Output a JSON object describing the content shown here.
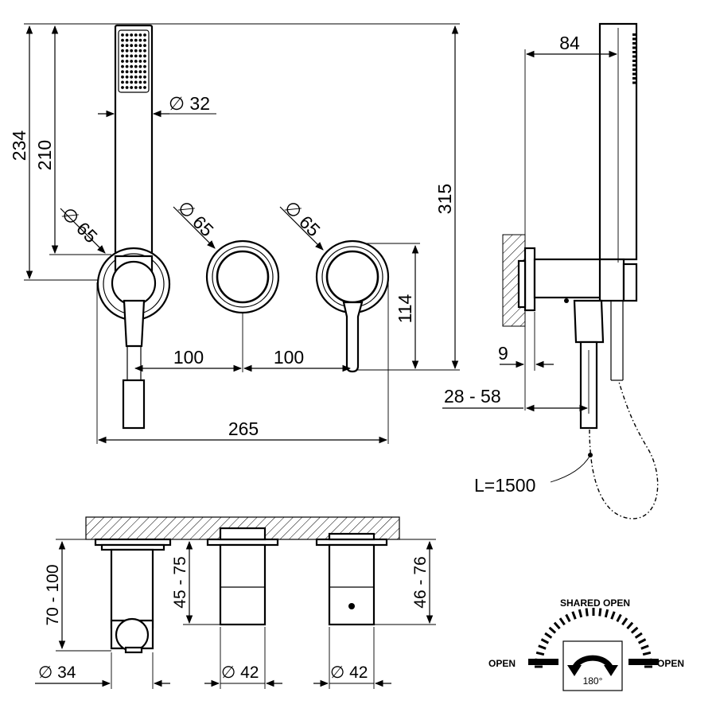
{
  "front_view": {
    "dims": {
      "h_234": "234",
      "h_210": "210",
      "dia_32": "∅ 32",
      "dia_65_a": "∅ 65",
      "dia_65_b": "∅ 65",
      "dia_65_c": "∅ 65",
      "h_315": "315",
      "h_114": "114",
      "spacing_1": "100",
      "spacing_2": "100",
      "width_265": "265"
    }
  },
  "side_view": {
    "dims": {
      "depth_84": "84",
      "flange_9": "9",
      "wall_28_58": "28 - 58",
      "hose_length": "L=1500"
    }
  },
  "bottom_view": {
    "dims": {
      "depth_70_100": "70 - 100",
      "depth_45_75": "45 - 75",
      "depth_46_76": "46 - 76",
      "dia_34": "∅ 34",
      "dia_42_a": "∅ 42",
      "dia_42_b": "∅ 42"
    }
  },
  "rotation_legend": {
    "shared_open": "SHARED OPEN",
    "open_left": "OPEN",
    "open_right": "OPEN",
    "angle": "180°"
  }
}
